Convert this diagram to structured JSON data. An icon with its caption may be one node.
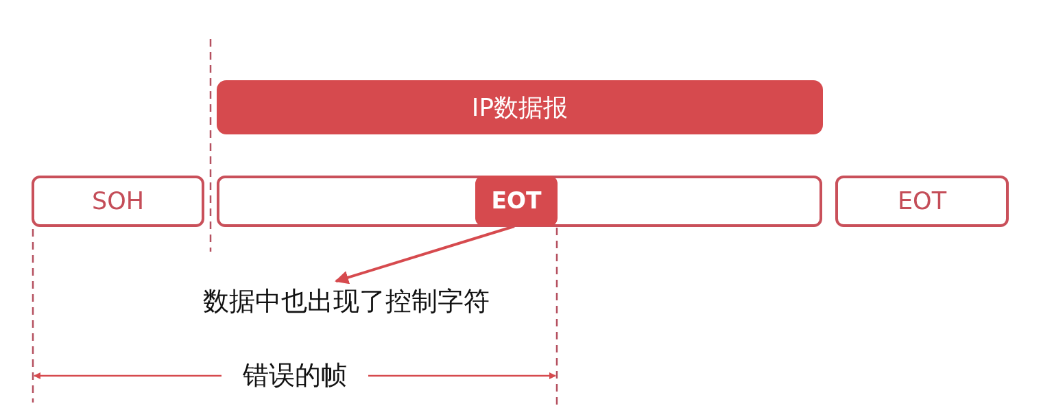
{
  "diagram": {
    "nodes": [
      {
        "text": [
          "IP数据报"
        ]
      },
      {
        "text": [
          "SOH"
        ]
      },
      {
        "text": [],
        "shape": "box"
      },
      {
        "text": [
          "EOT"
        ],
        "in": 2
      },
      {
        "text": [
          "EOT"
        ]
      },
      {
        "text": [
          "数据中也出现了控制字符"
        ]
      }
    ],
    "edges": [
      {
        "from": 3,
        "to": 5,
        "arrow": "to"
      }
    ],
    "labels": [
      "错误的帧"
    ]
  }
}
